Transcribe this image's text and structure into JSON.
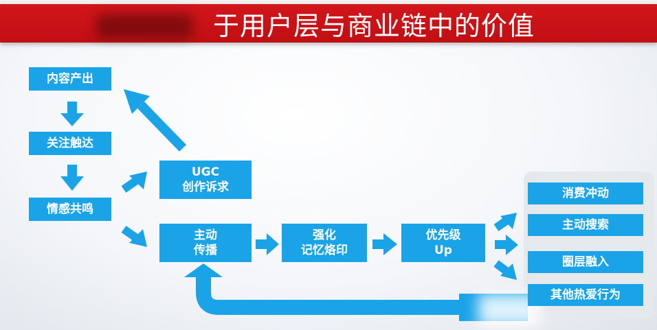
{
  "title": "于用户层与商业链中的价值",
  "colors": {
    "accent": "#1ba3e8",
    "title_bar": "#c8141a",
    "panel": "#e6e9ec"
  },
  "nodes": {
    "content_output": "内容产出",
    "follow_reach": "关注触达",
    "emotional_resonance": "情感共鸣",
    "ugc_line1": "UGC",
    "ugc_line2": "创作诉求",
    "spread_line1": "主动",
    "spread_line2": "传播",
    "memory_line1": "强化",
    "memory_line2": "记忆烙印",
    "priority_line1": "优先级",
    "priority_line2": "Up"
  },
  "outcomes": [
    "消费冲动",
    "主动搜索",
    "圈层融入",
    "其他热爱行为"
  ]
}
